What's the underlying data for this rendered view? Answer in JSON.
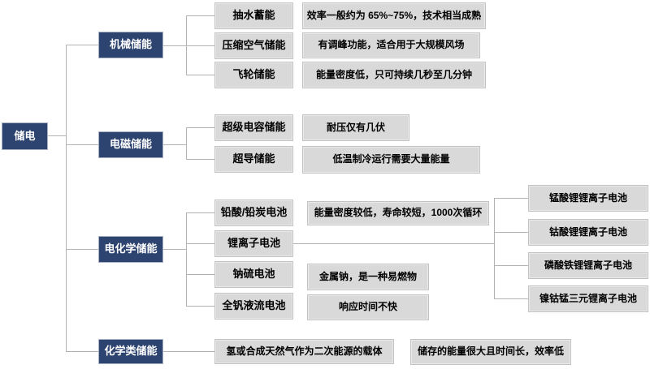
{
  "diagram": {
    "title_semantic": "energy-storage-classification-tree",
    "root": "储电",
    "colors": {
      "node_fill": "#2e4470",
      "leaf_fill": "#d9d9d9",
      "line": "#b3b3b3",
      "node_text": "#ffffff",
      "leaf_text": "#000000"
    },
    "branches": [
      {
        "label": "机械储能",
        "children": [
          {
            "label": "抽水蓄能",
            "desc": "效率一般约为 65%~75%，技术相当成熟"
          },
          {
            "label": "压缩空气储能",
            "desc": "有调峰功能，适合用于大规模风场"
          },
          {
            "label": "飞轮储能",
            "desc": "能量密度低，只可持续几秒至几分钟"
          }
        ]
      },
      {
        "label": "电磁储能",
        "children": [
          {
            "label": "超级电容储能",
            "desc": "耐压仅有几伏"
          },
          {
            "label": "超导储能",
            "desc": "低温制冷运行需要大量能量"
          }
        ]
      },
      {
        "label": "电化学储能",
        "children": [
          {
            "label": "铅酸/铅炭电池",
            "desc": "能量密度较低，寿命较短，1000次循环"
          },
          {
            "label": "锂离子电池",
            "desc": "",
            "subtypes": [
              "锰酸锂锂离子电池",
              "钴酸锂锂离子电池",
              "磷酸铁锂锂离子电池",
              "镍钴锰三元锂离子电池"
            ]
          },
          {
            "label": "钠硫电池",
            "desc": "金属钠，是一种易燃物"
          },
          {
            "label": "全钒液流电池",
            "desc": "响应时间不快"
          }
        ]
      },
      {
        "label": "化学类储能",
        "children": [
          {
            "label": "氢或合成天然气作为二次能源的载体",
            "desc": "储存的能量很大且时间长，效率低"
          }
        ]
      }
    ]
  }
}
